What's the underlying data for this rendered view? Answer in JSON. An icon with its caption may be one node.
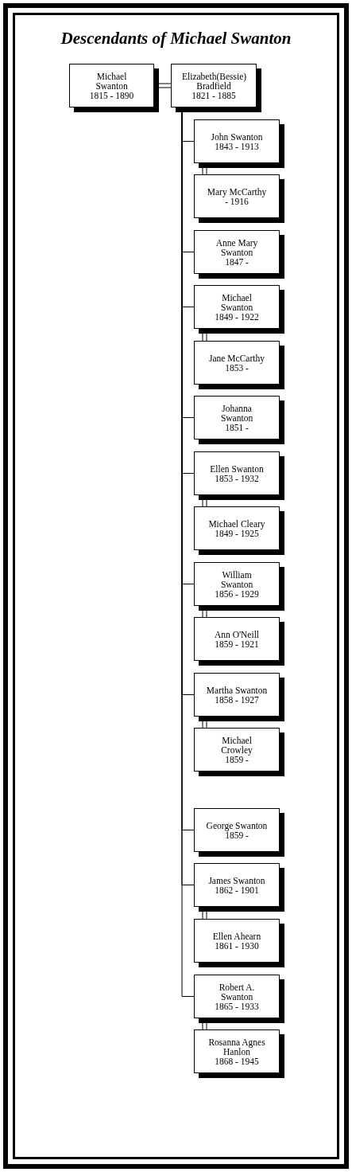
{
  "diagram": {
    "title": "Descendants of Michael Swanton",
    "nodes": [
      {
        "text": [
          "Michael Swanton",
          "1815 - 1890"
        ]
      },
      {
        "text": [
          "Elizabeth(Bessie) Bradfield",
          "1821 - 1885"
        ]
      },
      {
        "text": [
          "John Swanton",
          "1843 - 1913"
        ]
      },
      {
        "text": [
          "Mary McCarthy",
          "- 1916"
        ]
      },
      {
        "text": [
          "Anne Mary Swanton",
          "1847 -"
        ]
      },
      {
        "text": [
          "Michael Swanton",
          "1849 - 1922"
        ]
      },
      {
        "text": [
          "Jane McCarthy",
          "1853 -"
        ]
      },
      {
        "text": [
          "Johanna Swanton",
          "1851 -"
        ]
      },
      {
        "text": [
          "Ellen Swanton",
          "1853 - 1932"
        ]
      },
      {
        "text": [
          "Michael Cleary",
          "1849 - 1925"
        ]
      },
      {
        "text": [
          "William Swanton",
          "1856 - 1929"
        ]
      },
      {
        "text": [
          "Ann O'Neill",
          "1859 - 1921"
        ]
      },
      {
        "text": [
          "Martha Swanton",
          "1858 - 1927"
        ]
      },
      {
        "text": [
          "Michael Crowley",
          "1859 -"
        ]
      },
      {
        "text": [
          "George Swanton",
          "1859 -"
        ]
      },
      {
        "text": [
          "James Swanton",
          "1862 - 1901"
        ]
      },
      {
        "text": [
          "Ellen Ahearn",
          "1861 - 1930"
        ]
      },
      {
        "text": [
          "Robert A. Swanton",
          "1865 - 1933"
        ]
      },
      {
        "text": [
          "Rosanna Agnes Hanlon",
          "1868 - 1945"
        ]
      }
    ],
    "edges": [
      {
        "from": 0,
        "to": 1,
        "arrow": "none"
      },
      {
        "from": 1,
        "to": 2,
        "arrow": "none"
      },
      {
        "from": 2,
        "to": 3,
        "arrow": "none"
      },
      {
        "from": 1,
        "to": 4,
        "arrow": "none"
      },
      {
        "from": 1,
        "to": 5,
        "arrow": "none"
      },
      {
        "from": 5,
        "to": 6,
        "arrow": "none"
      },
      {
        "from": 1,
        "to": 7,
        "arrow": "none"
      },
      {
        "from": 1,
        "to": 8,
        "arrow": "none"
      },
      {
        "from": 8,
        "to": 9,
        "arrow": "none"
      },
      {
        "from": 1,
        "to": 10,
        "arrow": "none"
      },
      {
        "from": 10,
        "to": 11,
        "arrow": "none"
      },
      {
        "from": 1,
        "to": 12,
        "arrow": "none"
      },
      {
        "from": 12,
        "to": 13,
        "arrow": "none"
      },
      {
        "from": 1,
        "to": 14,
        "arrow": "none"
      },
      {
        "from": 1,
        "to": 15,
        "arrow": "none"
      },
      {
        "from": 15,
        "to": 16,
        "arrow": "none"
      },
      {
        "from": 1,
        "to": 17,
        "arrow": "none"
      },
      {
        "from": 17,
        "to": 18,
        "arrow": "none"
      }
    ]
  }
}
